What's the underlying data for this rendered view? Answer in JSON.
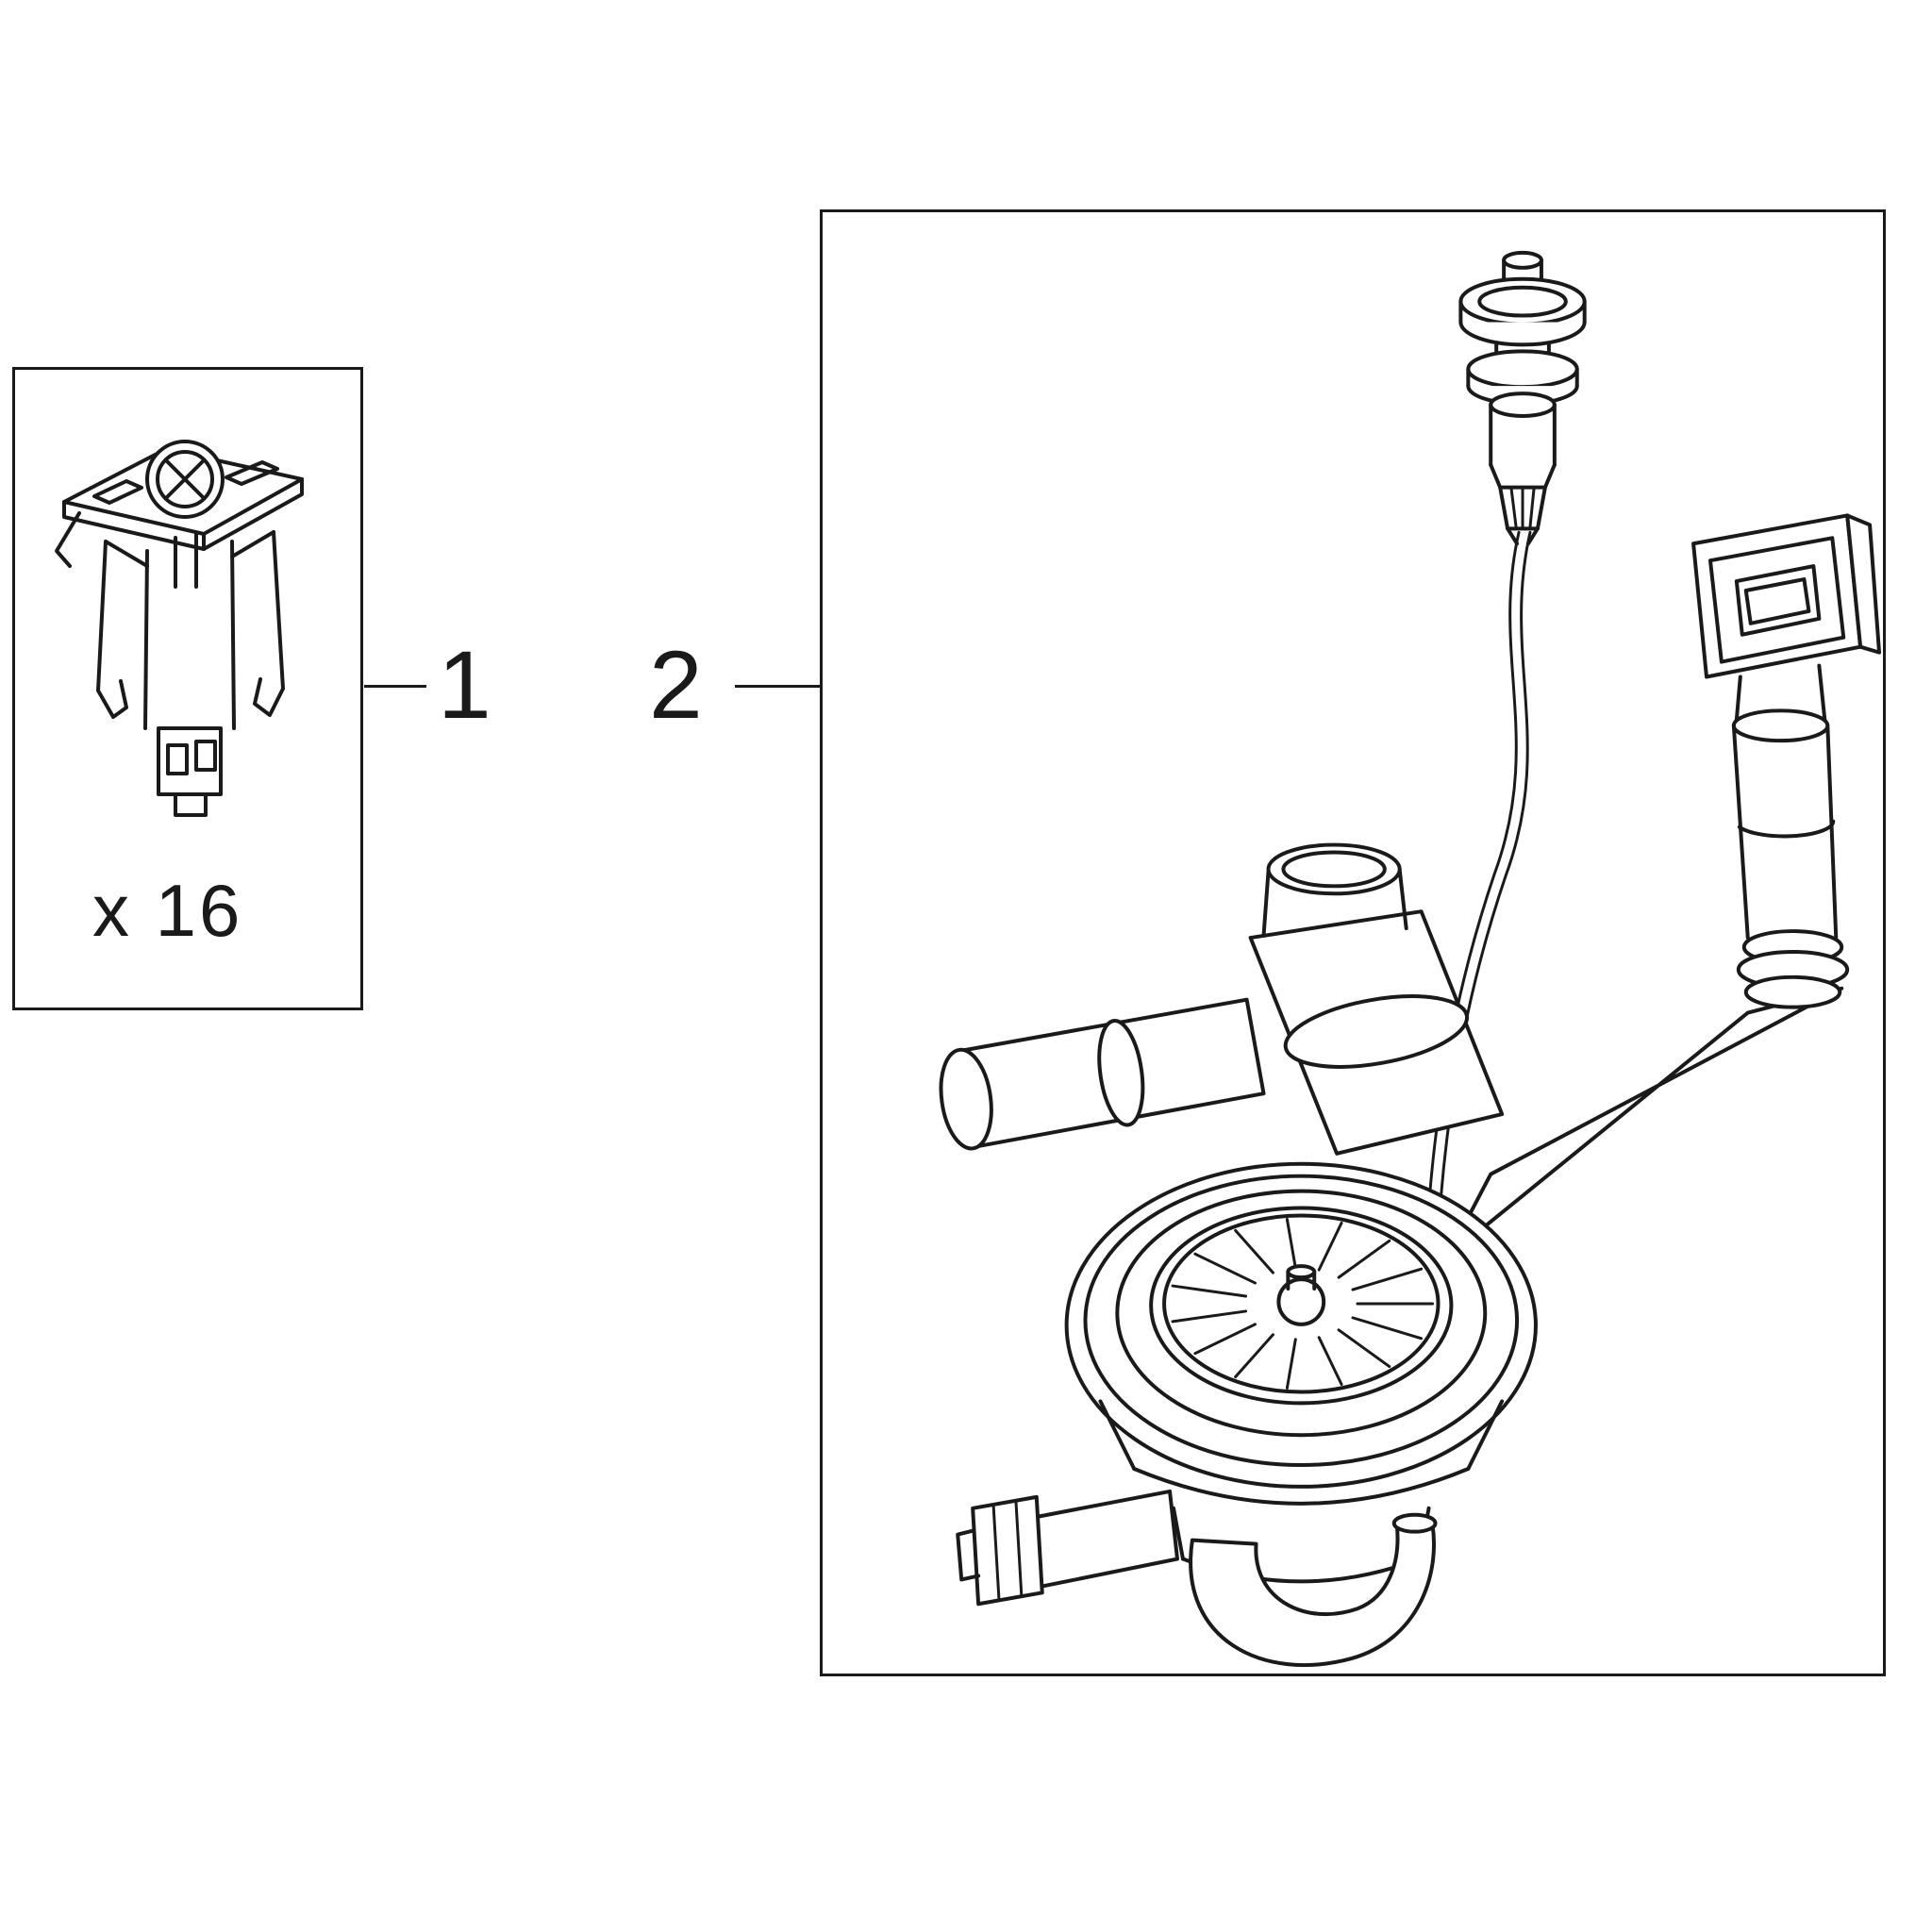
{
  "page": {
    "background_color": "#ffffff",
    "line_color": "#1a1a1a"
  },
  "callouts": [
    {
      "number": "1",
      "quantity_label": "x 16",
      "illustration": "mounting-clip-with-phillips-screw"
    },
    {
      "number": "2",
      "quantity_label": "",
      "illustration": "sink-drain-set-with-strainer-overflow-housing-and-pull-knob"
    }
  ]
}
